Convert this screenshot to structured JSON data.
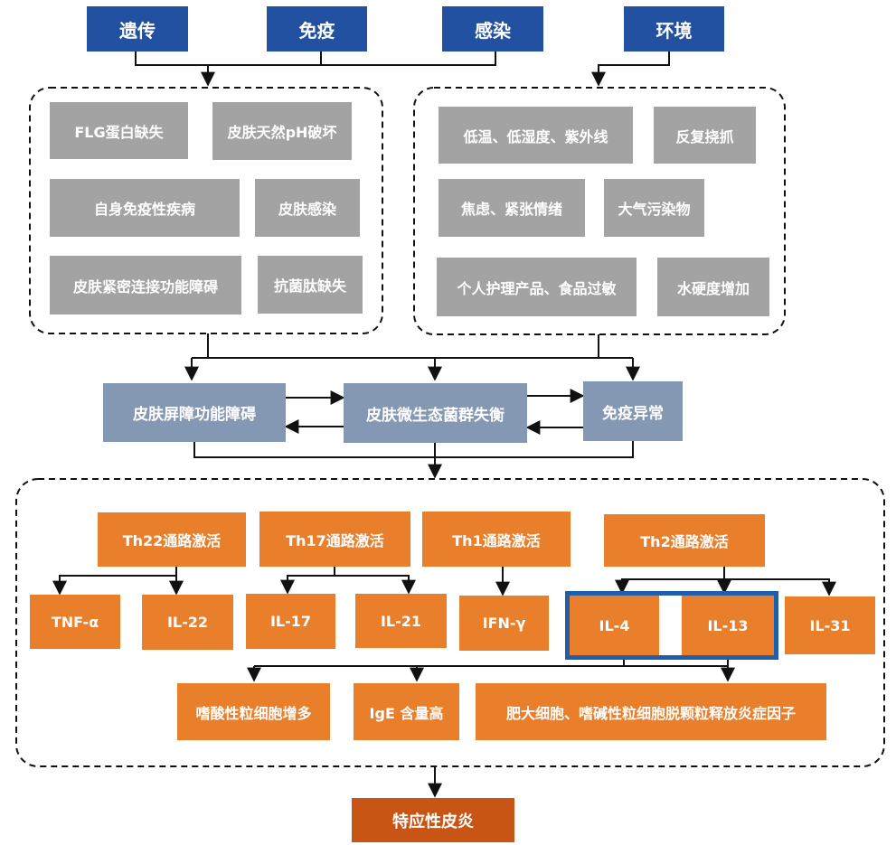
{
  "top": {
    "genetics": "遗传",
    "immunity": "免疫",
    "infection": "感染",
    "environment": "环境"
  },
  "internal_factors": {
    "flg": "FLG蛋白缺失",
    "ph": "皮肤天然pH破坏",
    "autoimmune": "自身免疫性疾病",
    "skin_infection": "皮肤感染",
    "tight_junction": "皮肤紧密连接功能障碍",
    "amp": "抗菌肽缺失"
  },
  "external_factors": {
    "climate": "低温、低湿度、紫外线",
    "scratching": "反复挠抓",
    "anxiety": "焦虑、紧张情绪",
    "pollution": "大气污染物",
    "allergy": "个人护理产品、食品过敏",
    "water": "水硬度增加"
  },
  "middle": {
    "barrier": "皮肤屏障功能障碍",
    "microbiome": "皮肤微生态菌群失衡",
    "immune_abnormal": "免疫异常"
  },
  "pathways": {
    "th22": "Th22通路激活",
    "th17": "Th17通路激活",
    "th1": "Th1通路激活",
    "th2": "Th2通路激活"
  },
  "cytokines": {
    "tnf": "TNF-α",
    "il22": "IL-22",
    "il17": "IL-17",
    "il21": "IL-21",
    "ifn": "IFN-γ",
    "il4": "IL-4",
    "il13": "IL-13",
    "il31": "IL-31"
  },
  "effects": {
    "eosinophil": "嗜酸性粒细胞增多",
    "ige": "IgE 含量高",
    "mast": "肥大细胞、嗜碱性粒细胞脱颗粒释放炎症因子"
  },
  "result": "特应性皮炎"
}
